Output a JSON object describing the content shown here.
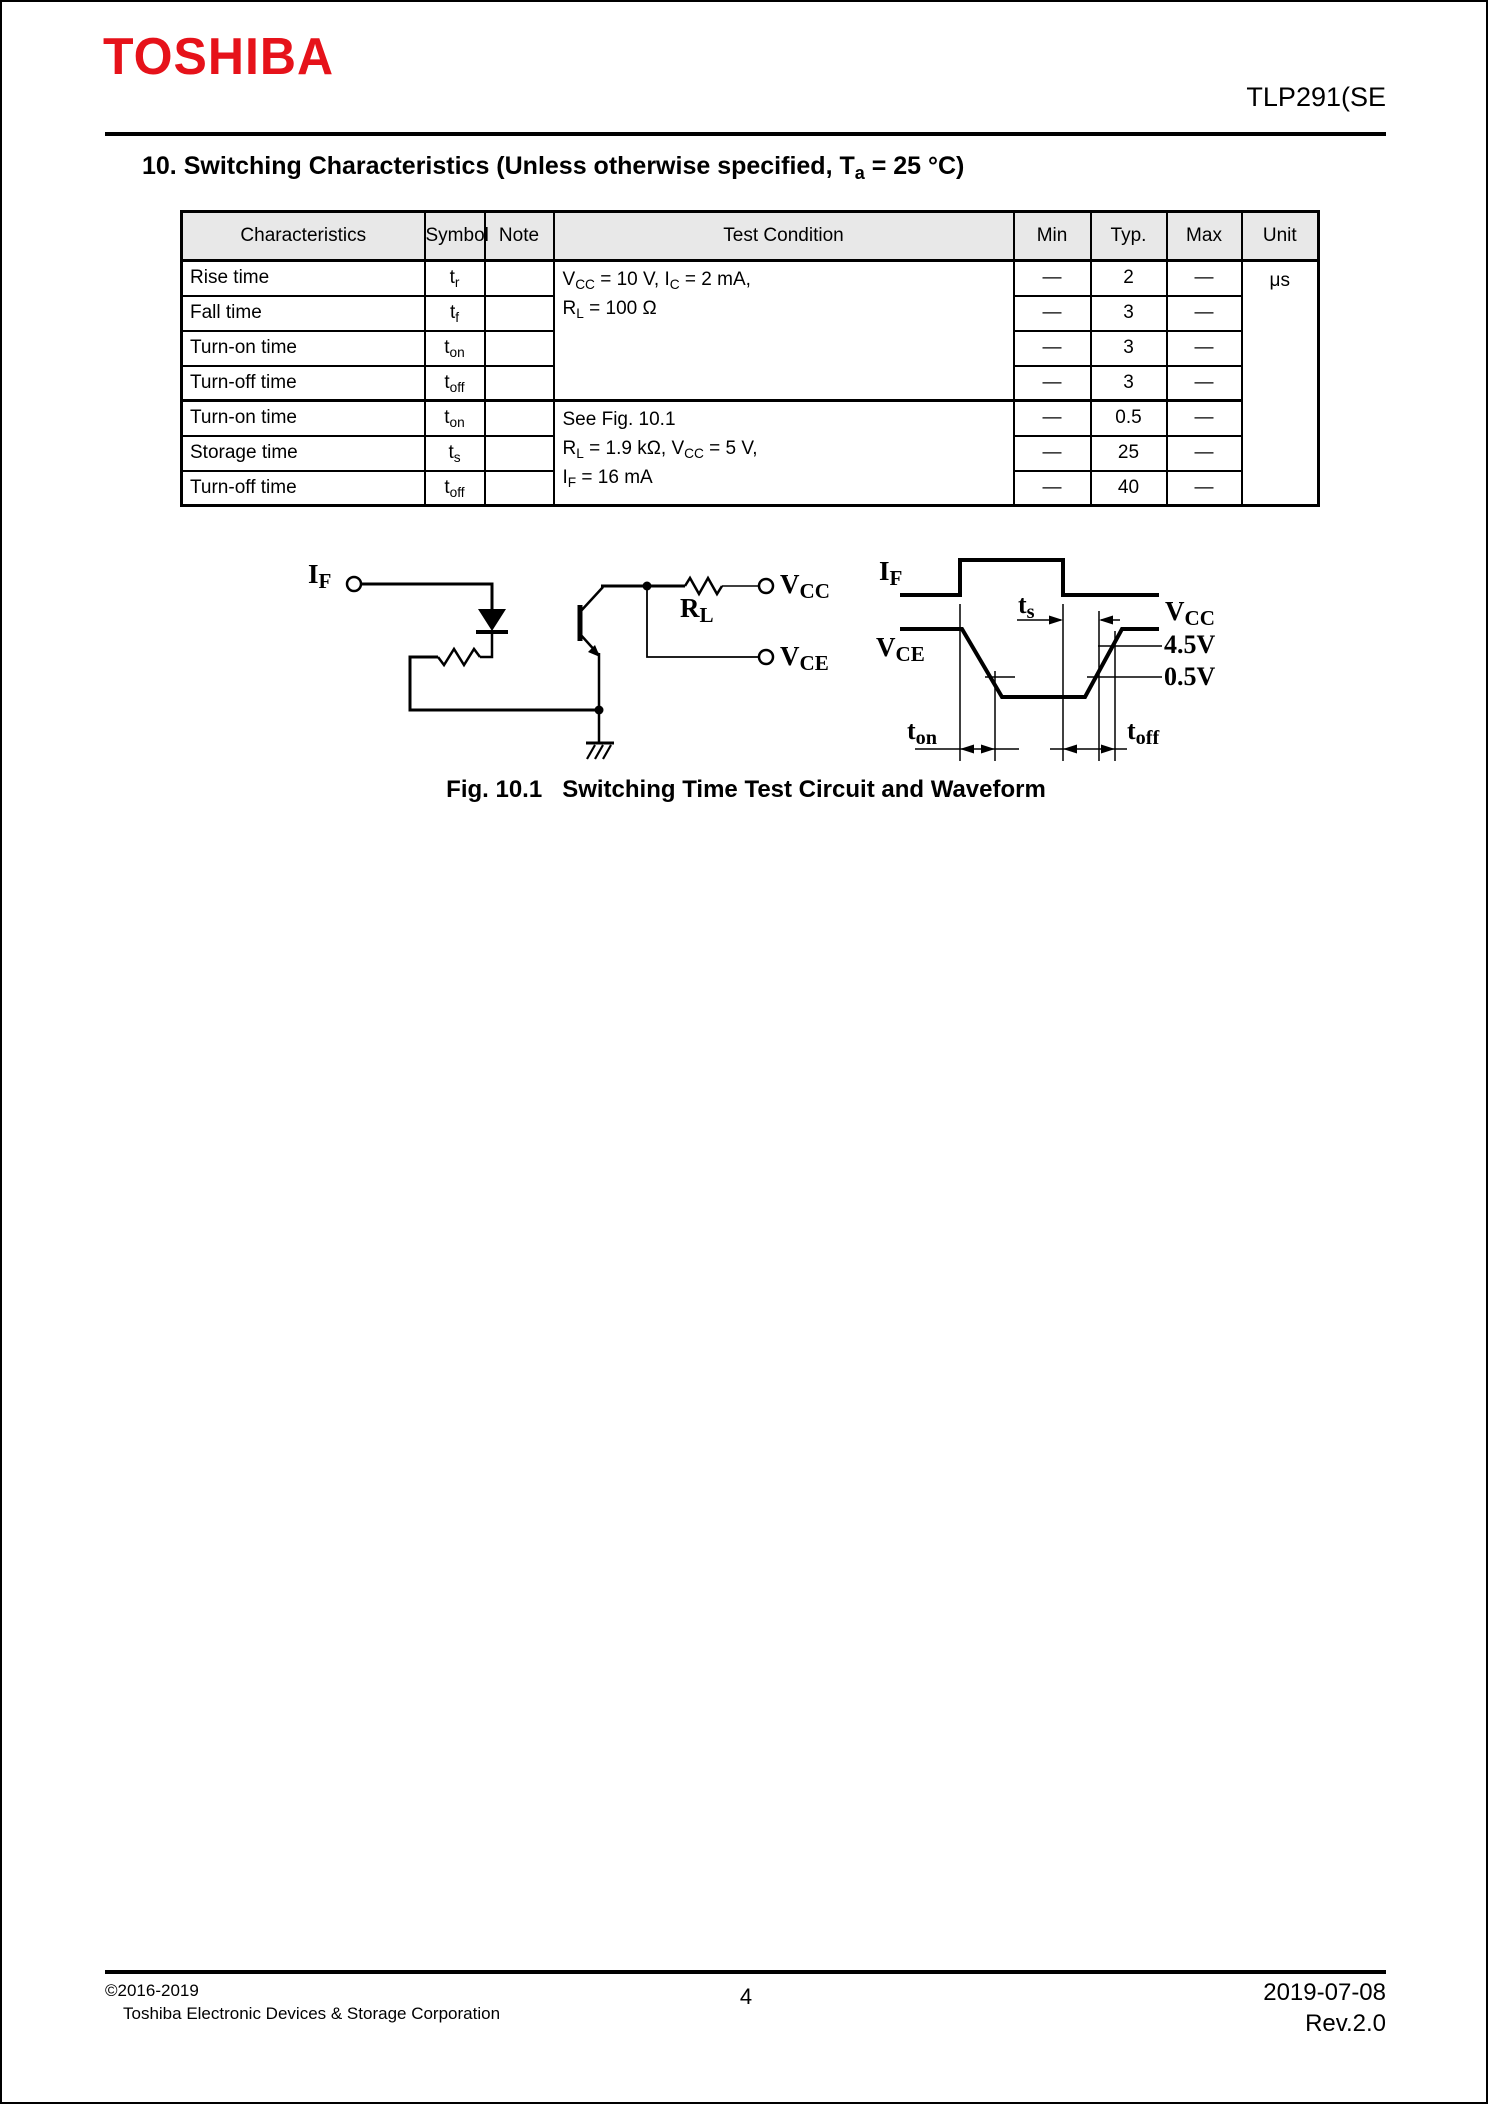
{
  "colors": {
    "logo_red": "#e6121a",
    "table_header_bg": "#e8e8e8"
  },
  "header": {
    "logo": "TOSHIBA",
    "part_number": "TLP291(SE"
  },
  "section_title": [
    {
      "t": "10. Switching Characteristics (Unless otherwise specified, T"
    },
    {
      "s": "a"
    },
    {
      "t": " = 25 °C)"
    }
  ],
  "table": {
    "columns": [
      "Characteristics",
      "Symbol",
      "Note",
      "Test Condition",
      "Min",
      "Typ.",
      "Max",
      "Unit"
    ],
    "rows": [
      {
        "characteristic": "Rise time",
        "symbol": [
          {
            "t": "t"
          },
          {
            "s": "r"
          }
        ],
        "note": "",
        "min": "—",
        "typ": "2",
        "max": "—"
      },
      {
        "characteristic": "Fall time",
        "symbol": [
          {
            "t": "t"
          },
          {
            "s": "f"
          }
        ],
        "note": "",
        "min": "—",
        "typ": "3",
        "max": "—"
      },
      {
        "characteristic": "Turn-on time",
        "symbol": [
          {
            "t": "t"
          },
          {
            "s": "on"
          }
        ],
        "note": "",
        "min": "—",
        "typ": "3",
        "max": "—"
      },
      {
        "characteristic": "Turn-off time",
        "symbol": [
          {
            "t": "t"
          },
          {
            "s": "off"
          }
        ],
        "note": "",
        "min": "—",
        "typ": "3",
        "max": "—"
      },
      {
        "characteristic": "Turn-on time",
        "symbol": [
          {
            "t": "t"
          },
          {
            "s": "on"
          }
        ],
        "note": "",
        "min": "—",
        "typ": "0.5",
        "max": "—"
      },
      {
        "characteristic": "Storage time",
        "symbol": [
          {
            "t": "t"
          },
          {
            "s": "s"
          }
        ],
        "note": "",
        "min": "—",
        "typ": "25",
        "max": "—"
      },
      {
        "characteristic": "Turn-off time",
        "symbol": [
          {
            "t": "t"
          },
          {
            "s": "off"
          }
        ],
        "note": "",
        "min": "—",
        "typ": "40",
        "max": "—"
      }
    ],
    "cond_groups": [
      {
        "lines": [
          [
            {
              "t": "V"
            },
            {
              "s": "CC"
            },
            {
              "t": " = 10 V, I"
            },
            {
              "s": "C"
            },
            {
              "t": " = 2 mA,"
            }
          ],
          [
            {
              "t": "R"
            },
            {
              "s": "L"
            },
            {
              "t": " = 100 Ω"
            }
          ]
        ]
      },
      {
        "lines": [
          [
            {
              "t": "See Fig. 10.1"
            }
          ],
          [
            {
              "t": "R"
            },
            {
              "s": "L"
            },
            {
              "t": " = 1.9 kΩ, V"
            },
            {
              "s": "CC"
            },
            {
              "t": " = 5 V,"
            }
          ],
          [
            {
              "t": "I"
            },
            {
              "s": "F"
            },
            {
              "t": " = 16 mA"
            }
          ]
        ]
      }
    ],
    "unit": "μs"
  },
  "figure": {
    "caption": "Fig. 10.1   Switching Time Test Circuit and Waveform",
    "labels": {
      "i_f": [
        {
          "t": "I"
        },
        {
          "s": "F"
        }
      ],
      "r_l": [
        {
          "t": "R"
        },
        {
          "s": "L"
        }
      ],
      "v_cc": [
        {
          "t": "V"
        },
        {
          "s": "CC"
        }
      ],
      "v_ce": [
        {
          "t": "V"
        },
        {
          "s": "CE"
        }
      ],
      "t_s": [
        {
          "t": "t"
        },
        {
          "s": "s"
        }
      ],
      "t_on": [
        {
          "t": "t"
        },
        {
          "s": "on"
        }
      ],
      "t_off": [
        {
          "t": "t"
        },
        {
          "s": "off"
        }
      ],
      "v_45": "4.5V",
      "v_05": "0.5V"
    }
  },
  "footer": {
    "copyright": "©2016-2019",
    "company": "Toshiba Electronic Devices & Storage Corporation",
    "page": "4",
    "date": "2019-07-08",
    "rev": "Rev.2.0"
  }
}
